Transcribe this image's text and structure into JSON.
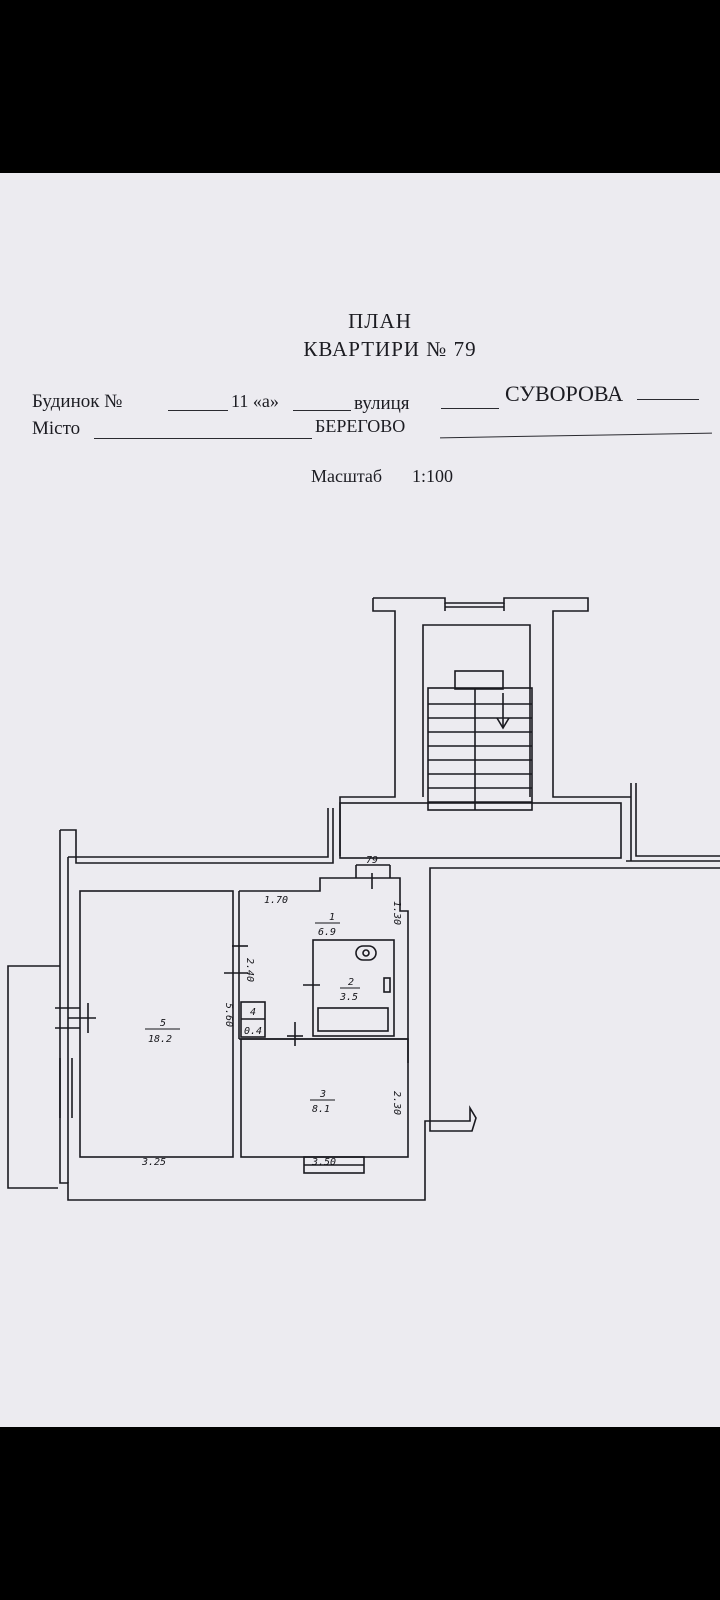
{
  "header": {
    "title": "ПЛАН",
    "subtitle": "КВАРТИРИ  №  79"
  },
  "address": {
    "house_label": "Будинок  №",
    "house_value": "11 «а»",
    "street_label": "вулиця",
    "street_value": "СУВОРОВА",
    "city_label": "Місто",
    "city_value": "БЕРЕГОВО"
  },
  "scale": {
    "label": "Масштаб",
    "value": "1:100"
  },
  "plan": {
    "apartment_mark": "79",
    "rooms": [
      {
        "number": "1",
        "area": "6.9"
      },
      {
        "number": "2",
        "area": "3.5"
      },
      {
        "number": "3",
        "area": "8.1"
      },
      {
        "number": "4",
        "area": "0.4"
      },
      {
        "number": "5",
        "area": "18.2"
      }
    ],
    "dimensions": {
      "hall_width": "1.70",
      "hall_depth": "1.30",
      "hall_length": "2.40",
      "living_length": "5.60",
      "living_width": "3.25",
      "room3_width": "3.50",
      "room3_length": "2.30"
    }
  }
}
